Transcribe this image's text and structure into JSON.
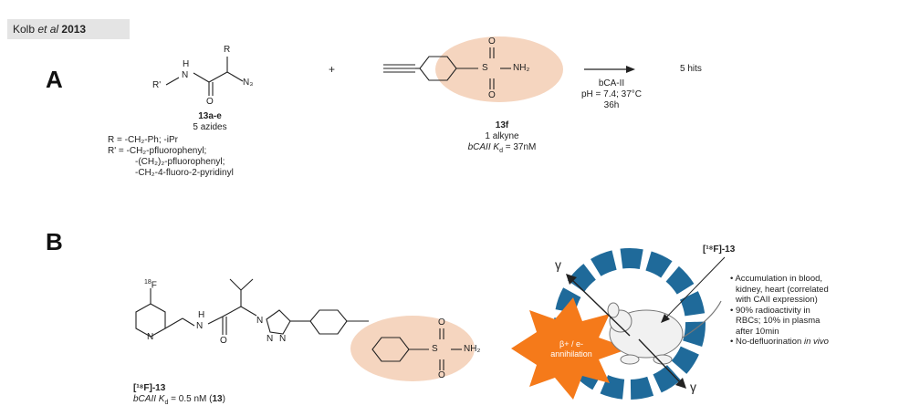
{
  "header": {
    "author": "Kolb",
    "etal": "et al",
    "year": "2013"
  },
  "panel_a": {
    "label": "A",
    "plus": "+",
    "azide": {
      "id": "13a-e",
      "count": "5 azides",
      "r_line": "R =  -CH₂-Ph;  -iPr",
      "r1_line1": "R' = -CH₂-pfluorophenyl;",
      "r1_line2": "-(CH₂)₂-pfluorophenyl;",
      "r1_line3": "-CH₂-4-fluoro-2-pyridinyl",
      "atom_r": "R",
      "atom_r1": "R'",
      "atom_h": "H",
      "atom_n": "N",
      "atom_o": "O",
      "atom_n3": "N₃"
    },
    "alkyne": {
      "id": "13f",
      "count": "1 alkyne",
      "kd_prefix": "bCAII K",
      "kd_sub": "d",
      "kd_value": " = 37nM",
      "atom_s": "S",
      "atom_nh2": "NH₂",
      "atom_o": "O"
    },
    "conditions": {
      "line1": "bCA-II",
      "line2": "pH = 7.4; 37°C",
      "line3": "36h"
    },
    "result": "5 hits"
  },
  "panel_b": {
    "label": "B",
    "compound": {
      "label": "[¹⁸F]-13",
      "kd_prefix": "bCAII K",
      "kd_sub": "d",
      "kd_value": " = 0.5 nM (",
      "kd_ref": "13",
      "kd_close": ")",
      "atom_f": "F",
      "atom_f_iso": "18",
      "atom_n": "N",
      "atom_h": "H",
      "atom_o": "O",
      "atom_s": "S",
      "atom_nh2": "NH₂"
    },
    "pet": {
      "label": "[¹⁸F]-13",
      "burst_line1": "β+ / e-",
      "burst_line2": "annihilation",
      "gamma": "γ"
    },
    "notes": {
      "b1_l1": "• Accumulation  in  blood,",
      "b1_l2": "kidney, heart (correlated",
      "b1_l3": "with CAII expression)",
      "b2_l1": "• 90%       radioactivity      in",
      "b2_l2": "RBCs;  10%  in  plasma",
      "b2_l3": "after 10min",
      "b3_pre": "• No-defluorination ",
      "b3_em": "in vivo"
    }
  },
  "colors": {
    "highlight": "#f5d5bf",
    "ring": "#1f6a9a",
    "burst": "#f57a1a",
    "tag_bg": "#e4e4e4"
  }
}
